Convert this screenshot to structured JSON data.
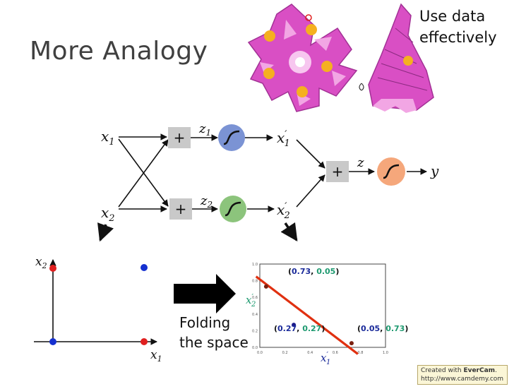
{
  "title": "More Analogy",
  "callout": {
    "line1": "Use data",
    "line2": "effectively"
  },
  "network": {
    "inputs": [
      "x",
      "x"
    ],
    "input_subs": [
      "1",
      "2"
    ],
    "plus": "+",
    "z_vars": [
      "z",
      "z"
    ],
    "z_subs": [
      "1",
      "2"
    ],
    "hidden_outputs": [
      "x",
      "x"
    ],
    "hidden_primes": [
      "′",
      "′"
    ],
    "hidden_subs": [
      "1",
      "2"
    ],
    "final_z": "z",
    "output": "y",
    "neuron_colors": {
      "n1": "#7b93d4",
      "n2": "#8cc47c",
      "out": "#f5a77b"
    }
  },
  "fold": {
    "line1": "Folding",
    "line2": "the space"
  },
  "left_plot": {
    "y_label": "x",
    "y_sub": "2",
    "x_label": "x",
    "x_sub": "1",
    "colors": {
      "red": "#e02020",
      "blue": "#1530d0"
    }
  },
  "right_plot": {
    "y_label": "x",
    "y_prime": "′",
    "y_sub": "2",
    "x_label": "x",
    "x_prime": "′",
    "x_sub": "1",
    "point_labels": [
      {
        "a": "0.73",
        "b": "0.05"
      },
      {
        "a": "0.27",
        "b": "0.27"
      },
      {
        "a": "0.05",
        "b": "0.73"
      }
    ],
    "label_colors": {
      "first": "#1a2a9a",
      "second": "#1e9a70"
    },
    "line_color": "#e03010"
  },
  "chart_data": {
    "type": "scatter",
    "xlabel": "x′1",
    "ylabel": "x′2",
    "xlim": [
      0,
      1.0
    ],
    "ylim": [
      0,
      1.0
    ],
    "x_ticks": [
      "0.0",
      "0.2",
      "0.4",
      "0.6",
      "0.8",
      "1.0"
    ],
    "y_ticks": [
      "0.0",
      "0.2",
      "0.4",
      "0.6",
      "0.8",
      "1.0"
    ],
    "points": [
      {
        "x": 0.05,
        "y": 0.73,
        "color": "dark-red"
      },
      {
        "x": 0.27,
        "y": 0.27,
        "color": "blue"
      },
      {
        "x": 0.73,
        "y": 0.05,
        "color": "dark-red"
      }
    ],
    "line": {
      "x": [
        -0.03,
        0.78
      ],
      "y": [
        0.85,
        -0.08
      ]
    }
  },
  "watermark": {
    "prefix": "Created with ",
    "brand": "EverCam",
    "suffix": ".",
    "url": "http://www.camdemy.com"
  }
}
